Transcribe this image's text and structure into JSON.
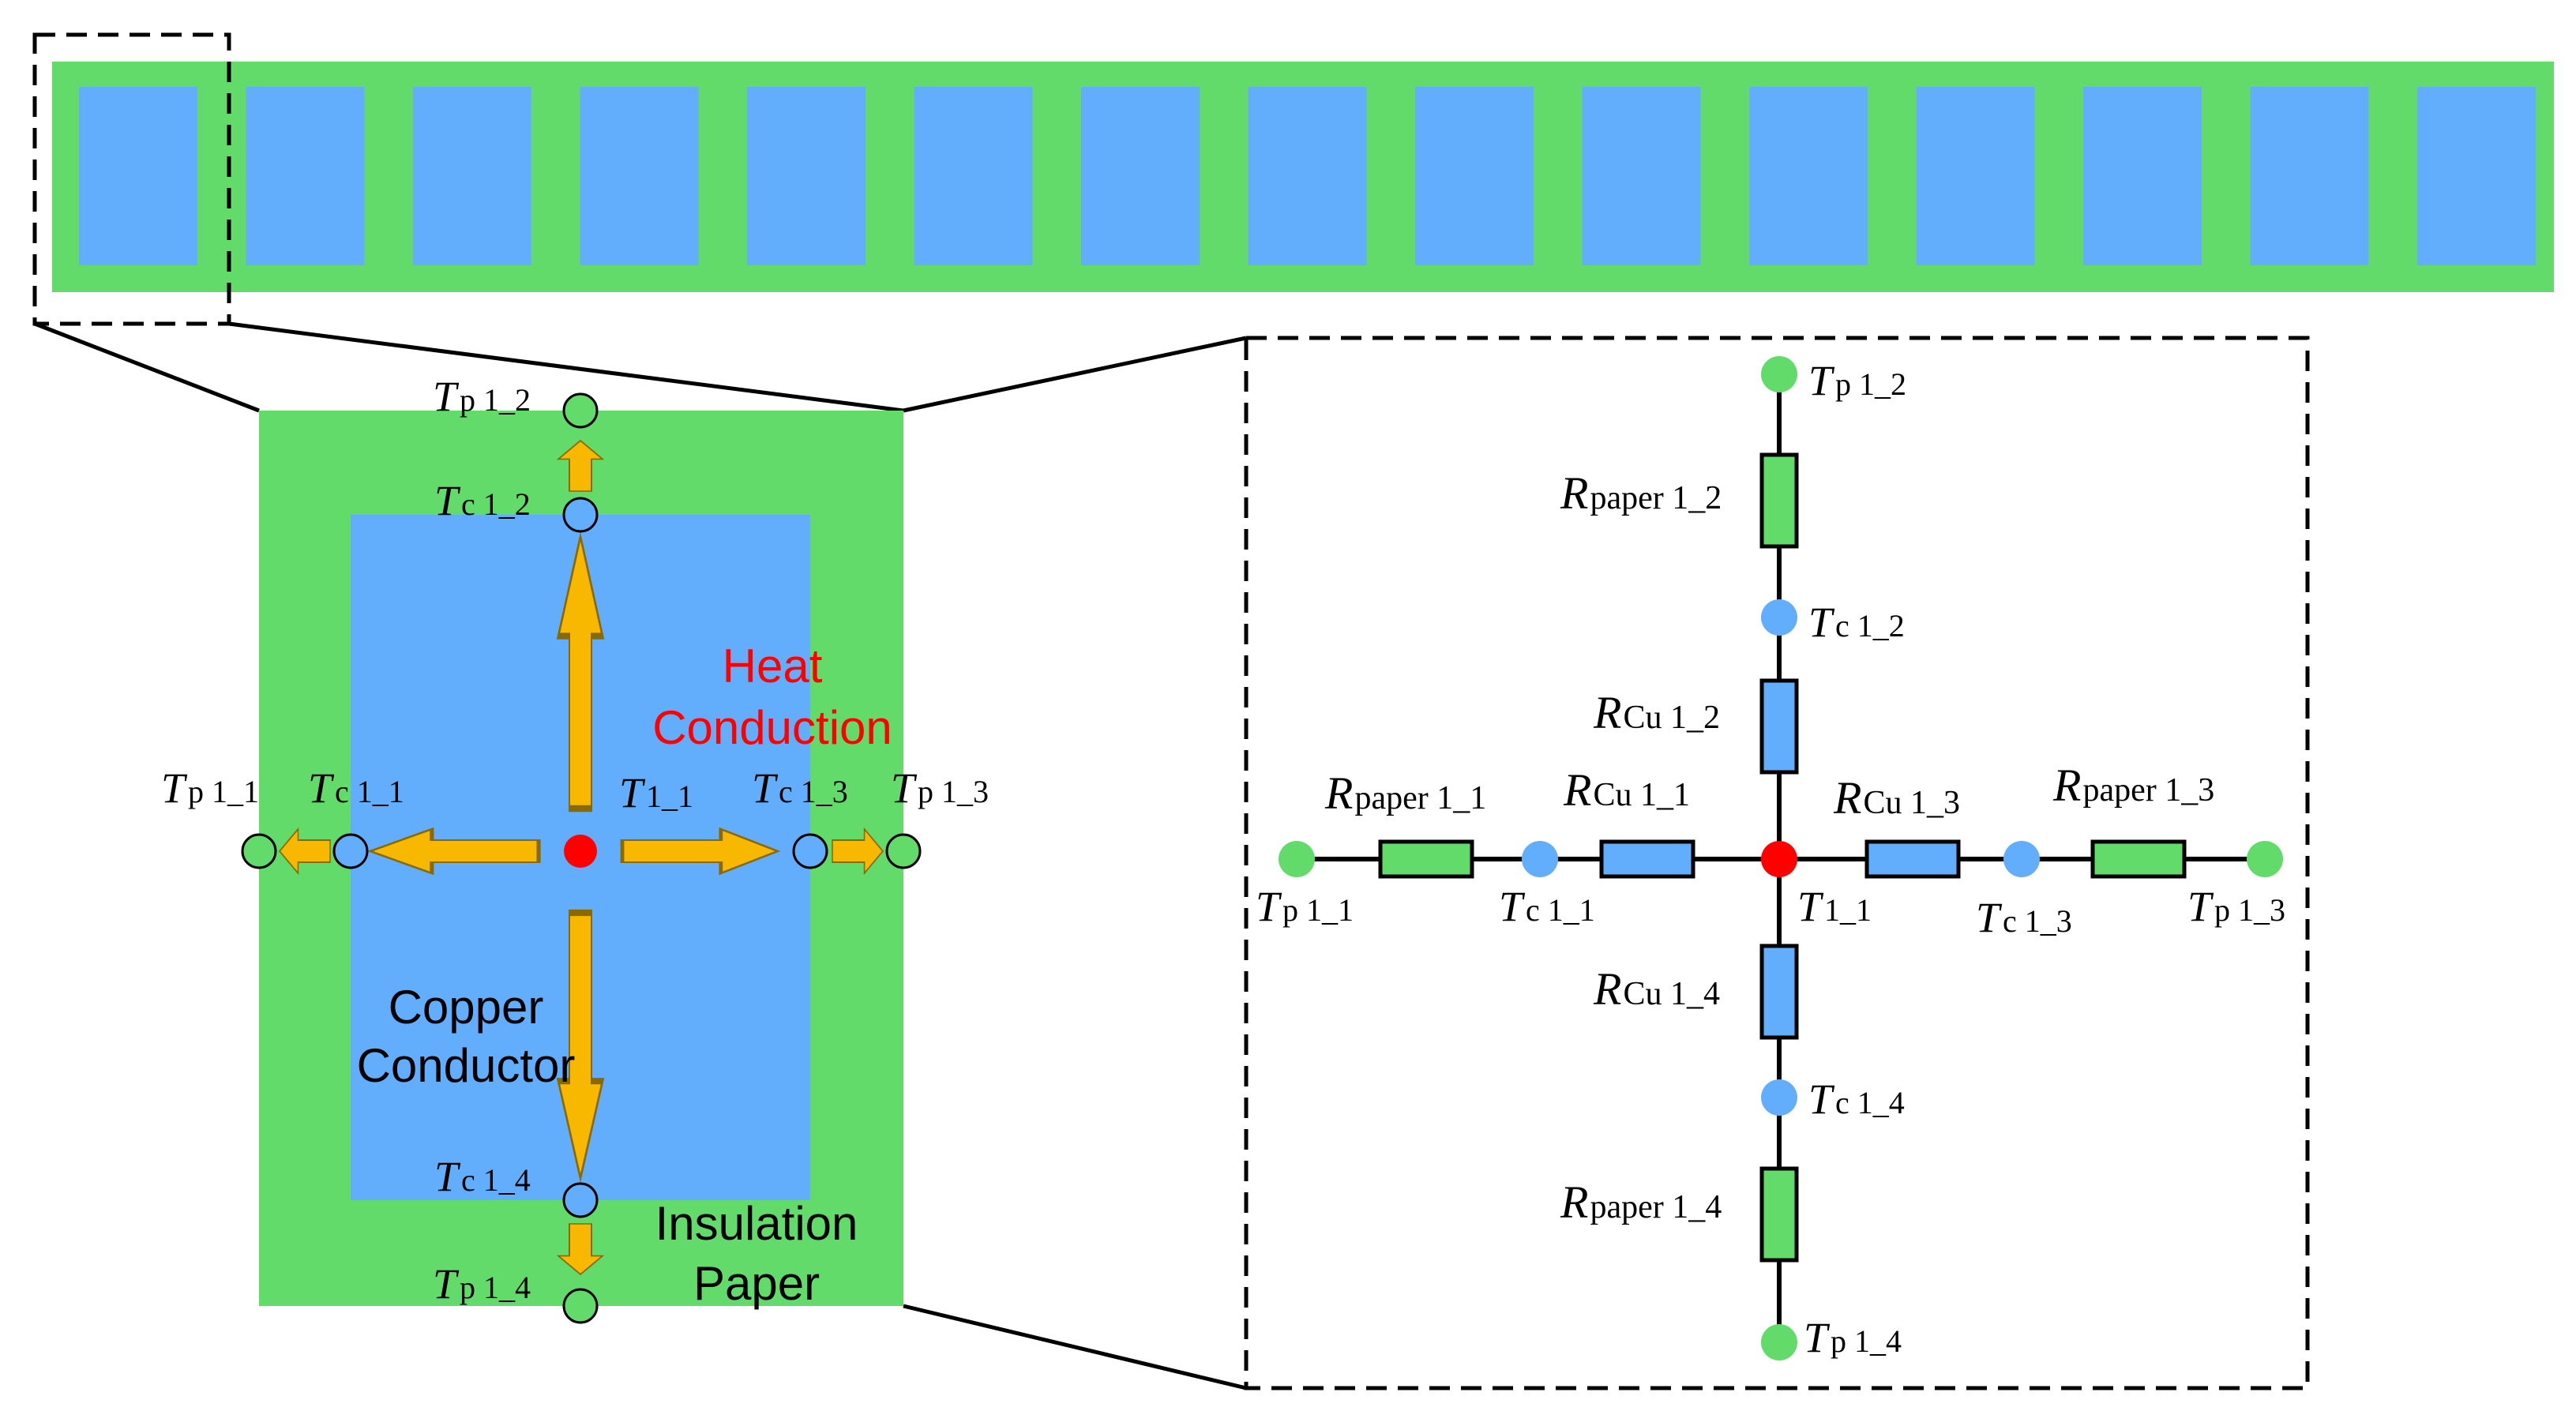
{
  "colors": {
    "paper_green": "#62DB6A",
    "copper_blue": "#62AEFC",
    "heat_node_red": "#FF0000",
    "arrow_orange": "#F9B800",
    "heat_label_red": "#FF0000",
    "line_black": "#000000"
  },
  "strip": {
    "conductor_count": 15
  },
  "left_panel": {
    "labels": {
      "heat_line1": "Heat",
      "heat_line2": "Conduction",
      "copper_line1": "Copper",
      "copper_line2": "Conductor",
      "paper_line1": "Insulation",
      "paper_line2": "Paper"
    },
    "nodes": {
      "tp12": {
        "main": "T",
        "sub": "p 1_2"
      },
      "tc12": {
        "main": "T",
        "sub": "c 1_2"
      },
      "tp11": {
        "main": "T",
        "sub": "p 1_1"
      },
      "tc11": {
        "main": "T",
        "sub": "c 1_1"
      },
      "t11": {
        "main": "T",
        "sub": "1_1"
      },
      "tc13": {
        "main": "T",
        "sub": "c 1_3"
      },
      "tp13": {
        "main": "T",
        "sub": "p 1_3"
      },
      "tc14": {
        "main": "T",
        "sub": "c 1_4"
      },
      "tp14": {
        "main": "T",
        "sub": "p 1_4"
      }
    }
  },
  "right_panel": {
    "nodes": {
      "tp12": {
        "main": "T",
        "sub": "p 1_2"
      },
      "tc12": {
        "main": "T",
        "sub": "c 1_2"
      },
      "tp11": {
        "main": "T",
        "sub": "p 1_1"
      },
      "tc11": {
        "main": "T",
        "sub": "c 1_1"
      },
      "t11": {
        "main": "T",
        "sub": "1_1"
      },
      "tc13": {
        "main": "T",
        "sub": "c 1_3"
      },
      "tp13": {
        "main": "T",
        "sub": "p 1_3"
      },
      "tc14": {
        "main": "T",
        "sub": "c 1_4"
      },
      "tp14": {
        "main": "T",
        "sub": "p 1_4"
      }
    },
    "resistors": {
      "rpaper12": {
        "main": "R",
        "sub": "paper 1_2"
      },
      "rcu12": {
        "main": "R",
        "sub": "Cu 1_2"
      },
      "rpaper11": {
        "main": "R",
        "sub": "paper 1_1"
      },
      "rcu11": {
        "main": "R",
        "sub": "Cu 1_1"
      },
      "rcu13": {
        "main": "R",
        "sub": "Cu 1_3"
      },
      "rpaper13": {
        "main": "R",
        "sub": "paper 1_3"
      },
      "rcu14": {
        "main": "R",
        "sub": "Cu 1_4"
      },
      "rpaper14": {
        "main": "R",
        "sub": "paper 1_4"
      }
    }
  }
}
